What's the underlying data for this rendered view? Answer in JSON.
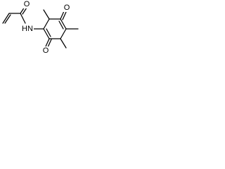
{
  "molecule": {
    "atoms": {
      "amide_oxygen": "O",
      "amide_nitrogen": "HN",
      "ring_oxygen_top": "O",
      "ring_oxygen_bottom": "O"
    }
  },
  "colors": {
    "bond": "#000000",
    "background": "#ffffff"
  }
}
